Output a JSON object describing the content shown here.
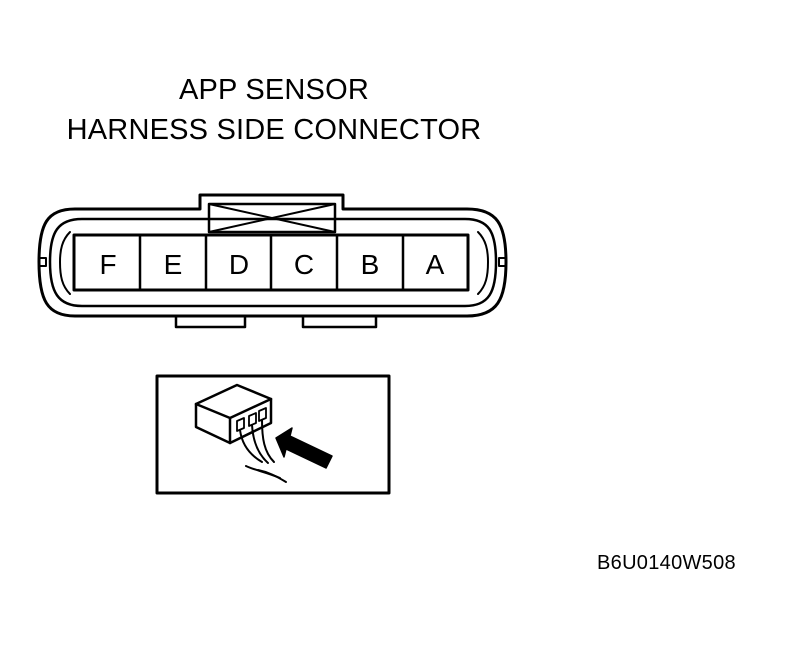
{
  "title": {
    "line1": "APP SENSOR",
    "line2": "HARNESS SIDE CONNECTOR"
  },
  "connector": {
    "pins": [
      "F",
      "E",
      "D",
      "C",
      "B",
      "A"
    ]
  },
  "figure_code": "B6U0140W508"
}
